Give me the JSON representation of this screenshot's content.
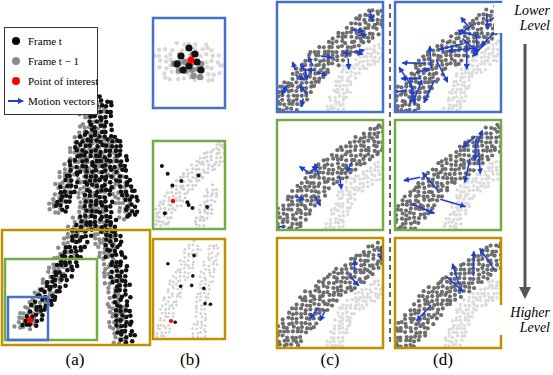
{
  "diagram": {
    "labels": [
      "(a)",
      "(b)",
      "(c)",
      "(d)",
      "Lower Level",
      "Higher Level"
    ],
    "legend": [
      {
        "text": "Frame t",
        "color": "#000000"
      },
      {
        "text": "Frame t − 1",
        "color": "#8c8c8c"
      },
      {
        "text": "Point of interest",
        "color": "#ff0000"
      },
      {
        "text": "Motion vectors"
      }
    ]
  }
}
